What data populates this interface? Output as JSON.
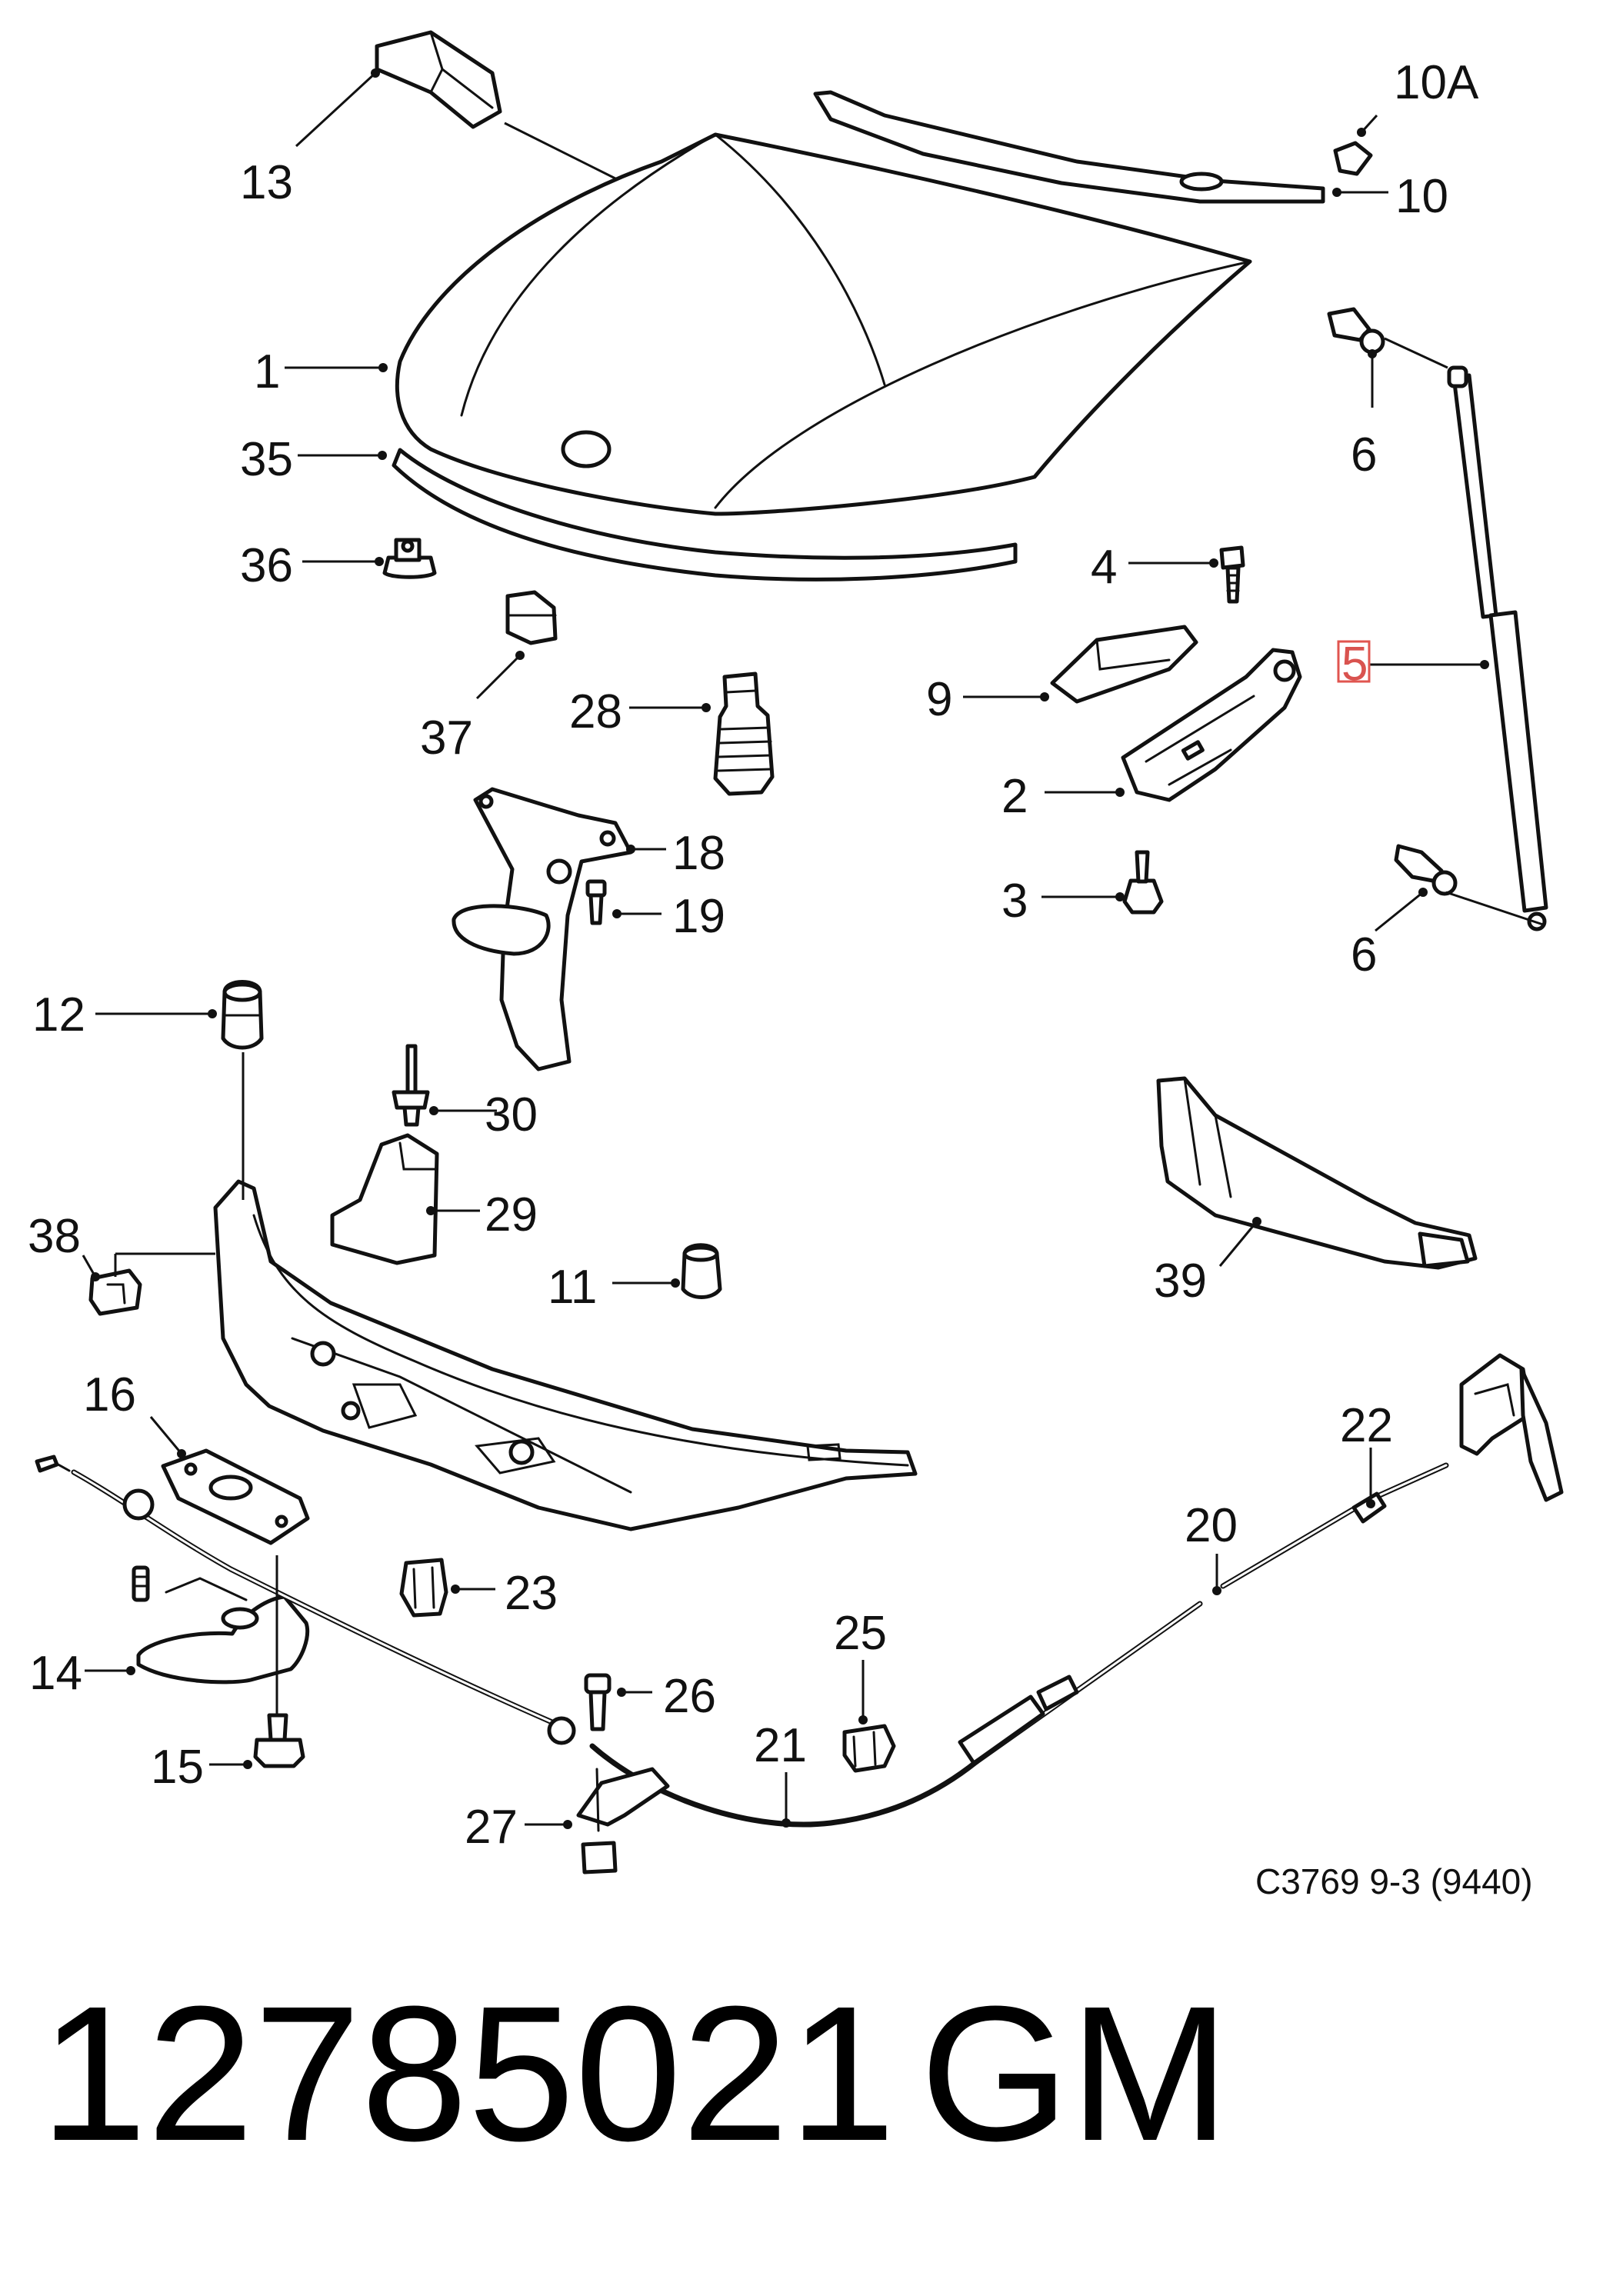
{
  "callouts": [
    {
      "id": "13",
      "label": "13"
    },
    {
      "id": "10A",
      "label": "10A"
    },
    {
      "id": "10",
      "label": "10"
    },
    {
      "id": "1",
      "label": "1"
    },
    {
      "id": "6a",
      "label": "6"
    },
    {
      "id": "35",
      "label": "35"
    },
    {
      "id": "36",
      "label": "36"
    },
    {
      "id": "4",
      "label": "4"
    },
    {
      "id": "5",
      "label": "5",
      "highlighted": true
    },
    {
      "id": "9",
      "label": "9"
    },
    {
      "id": "37",
      "label": "37"
    },
    {
      "id": "28",
      "label": "28"
    },
    {
      "id": "2",
      "label": "2"
    },
    {
      "id": "18",
      "label": "18"
    },
    {
      "id": "3",
      "label": "3"
    },
    {
      "id": "19",
      "label": "19"
    },
    {
      "id": "6b",
      "label": "6"
    },
    {
      "id": "12",
      "label": "12"
    },
    {
      "id": "30",
      "label": "30"
    },
    {
      "id": "29",
      "label": "29"
    },
    {
      "id": "38",
      "label": "38"
    },
    {
      "id": "11",
      "label": "11"
    },
    {
      "id": "39",
      "label": "39"
    },
    {
      "id": "16",
      "label": "16"
    },
    {
      "id": "22",
      "label": "22"
    },
    {
      "id": "20",
      "label": "20"
    },
    {
      "id": "23",
      "label": "23"
    },
    {
      "id": "14",
      "label": "14"
    },
    {
      "id": "25",
      "label": "25"
    },
    {
      "id": "26",
      "label": "26"
    },
    {
      "id": "15",
      "label": "15"
    },
    {
      "id": "21",
      "label": "21"
    },
    {
      "id": "27",
      "label": "27"
    }
  ],
  "highlight_color": "#e0554f",
  "diagram_reference": "C3769 9-3 (9440)",
  "footer": {
    "part_number": "12785021",
    "brand": "GM"
  }
}
